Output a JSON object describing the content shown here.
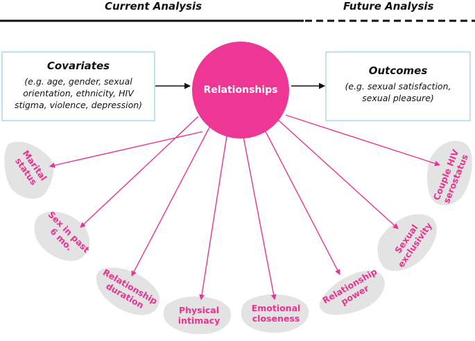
{
  "headers": {
    "current": "Current Analysis",
    "future": "Future Analysis"
  },
  "covariates": {
    "title": "Covariates",
    "lines": [
      "(e.g. age, gender, sexual",
      "orientation, ethnicity, HIV",
      "stigma, violence, depression)"
    ]
  },
  "outcomes": {
    "title": "Outcomes",
    "lines": [
      "(e.g. sexual satisfaction,",
      "sexual pleasure)"
    ]
  },
  "hub": {
    "label": "Relationships"
  },
  "leaves": [
    {
      "id": "marital-status",
      "label": "Marital\nstatus"
    },
    {
      "id": "sex-in-past",
      "label": "Sex in past\n6 mo."
    },
    {
      "id": "relationship-duration",
      "label": "Relationship\nduration"
    },
    {
      "id": "physical-intimacy",
      "label": "Physical\nintimacy"
    },
    {
      "id": "emotional-closeness",
      "label": "Emotional\ncloseness"
    },
    {
      "id": "relationship-power",
      "label": "Relationship\npower"
    },
    {
      "id": "sexual-exclusivity",
      "label": "Sexual\nexclusivity"
    },
    {
      "id": "couple-hiv-serostatus",
      "label": "Couple HIV\nserostatus"
    }
  ],
  "colors": {
    "hub": "#ee3694",
    "arrow": "#e8338f",
    "leaf_fill": "#e3e3e3",
    "leaf_text": "#e8338f",
    "box_border": "#bfe1f5",
    "line": "#111111"
  }
}
